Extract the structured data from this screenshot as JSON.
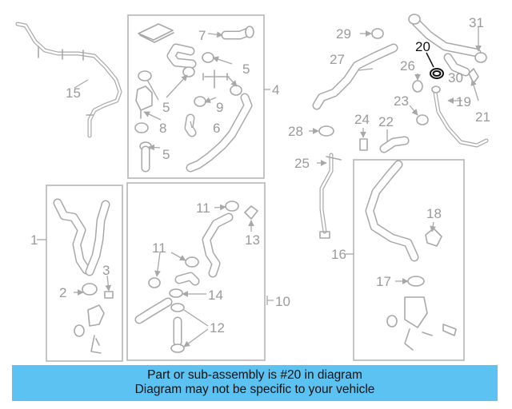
{
  "diagram": {
    "callouts": {
      "c1": "1",
      "c2": "2",
      "c3": "3",
      "c4": "4",
      "c5a": "5",
      "c5b": "5",
      "c5c": "5",
      "c5d": "5",
      "c6": "6",
      "c7": "7",
      "c8": "8",
      "c9": "9",
      "c10": "10",
      "c11a": "11",
      "c11b": "11",
      "c12": "12",
      "c13": "13",
      "c14": "14",
      "c15": "15",
      "c16": "16",
      "c17": "17",
      "c18": "18",
      "c19": "19",
      "c20": "20",
      "c21": "21",
      "c22": "22",
      "c23": "23",
      "c24": "24",
      "c25": "25",
      "c26": "26",
      "c27": "27",
      "c28": "28",
      "c29": "29",
      "c30": "30",
      "c31": "31"
    },
    "highlighted_part": "20",
    "colors": {
      "highlight": "#111111",
      "parts": "#a8a8a8",
      "banner": "#5bc2f2"
    }
  },
  "banner": {
    "line1": "Part or sub-assembly is #20 in diagram",
    "line2": "Diagram may not be specific to your vehicle"
  }
}
